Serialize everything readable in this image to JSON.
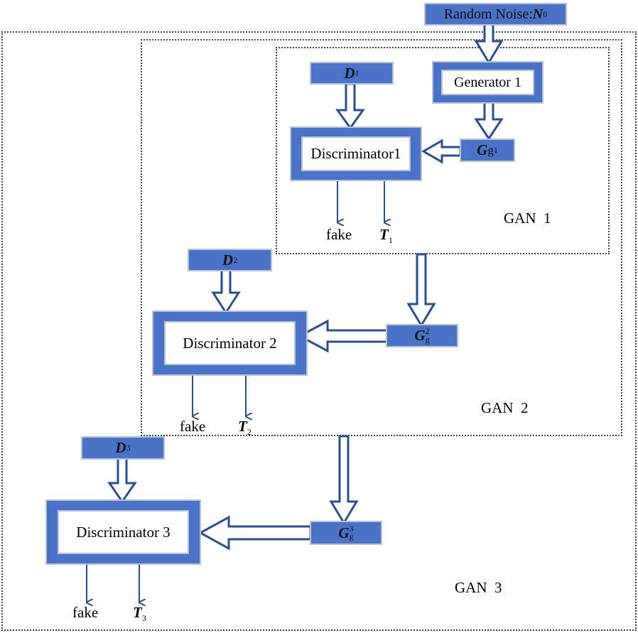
{
  "noise": {
    "prefix": "Random Noise:",
    "symbol": "N",
    "sup": "0"
  },
  "gan1": {
    "label": "GAN  1",
    "generator": "Generator 1",
    "discriminator": "Discriminator1",
    "data": {
      "symbol": "D",
      "sup": "1"
    },
    "gen_out": {
      "symbol": "G",
      "sub": "g",
      "sup": "1"
    },
    "fake": "fake",
    "true_out": {
      "symbol": "T",
      "sub": "1"
    }
  },
  "gan2": {
    "label": "GAN  2",
    "discriminator": "Discriminator 2",
    "data": {
      "symbol": "D",
      "sup": "2"
    },
    "gen_out": {
      "symbol": "G",
      "sub": "g",
      "sup": "2"
    },
    "fake": "fake",
    "true_out": {
      "symbol": "T",
      "sub": "2"
    }
  },
  "gan3": {
    "label": "GAN  3",
    "discriminator": "Discriminator 3",
    "data": {
      "symbol": "D",
      "sup": "3"
    },
    "gen_out": {
      "symbol": "G",
      "sub": "g",
      "sup": "3"
    },
    "fake": "fake",
    "true_out": {
      "symbol": "T",
      "sub": "3"
    }
  },
  "colors": {
    "box_fill": "#4a73c8",
    "box_border": "#b8c2d4",
    "arrow": "#2b4e8c"
  }
}
